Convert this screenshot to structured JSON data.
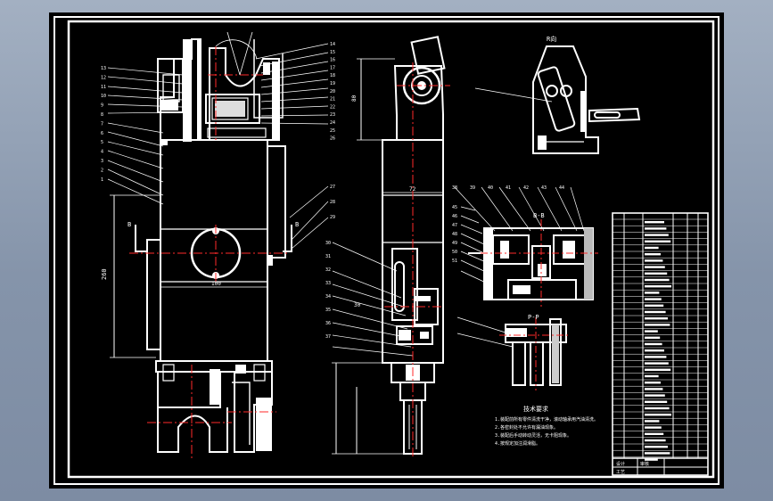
{
  "drawing": {
    "dims": {
      "height_260": "260",
      "width_100": "100",
      "width_72": "72",
      "mid_30": "30",
      "left_80": "80"
    },
    "section_labels": {
      "rview": "R向",
      "bb": "B-B",
      "pp": "P-P",
      "b_left": "B",
      "b_right": "B"
    },
    "part_numbers": [
      "13",
      "12",
      "11",
      "10",
      "9",
      "8",
      "7",
      "6",
      "5",
      "4",
      "3",
      "2",
      "1",
      "14",
      "15",
      "16",
      "17",
      "18",
      "19",
      "20",
      "21",
      "22",
      "23",
      "24",
      "25",
      "26",
      "27",
      "28",
      "29",
      "30",
      "31",
      "32",
      "33",
      "34",
      "35",
      "36",
      "37",
      "38",
      "39",
      "40",
      "41",
      "42",
      "43",
      "44",
      "45",
      "46",
      "47",
      "48",
      "49",
      "50",
      "51"
    ],
    "notes_title": "技术要求",
    "notes_lines": [
      "1.装配前所有零件清洗干净，滚动轴承用汽油清洗。",
      "2.各密封处不允许有漏油现象。",
      "3.装配后手动转动灵活，无卡阻现象。",
      "4.按规定加注润滑脂。"
    ],
    "title_block": {
      "label_a": "设计",
      "label_b": "审核",
      "label_c": "工艺"
    }
  },
  "colors": {
    "sheet": "#000000",
    "line": "#ffffff",
    "center": "#ff2a2a",
    "hatch": "#ffffff"
  }
}
